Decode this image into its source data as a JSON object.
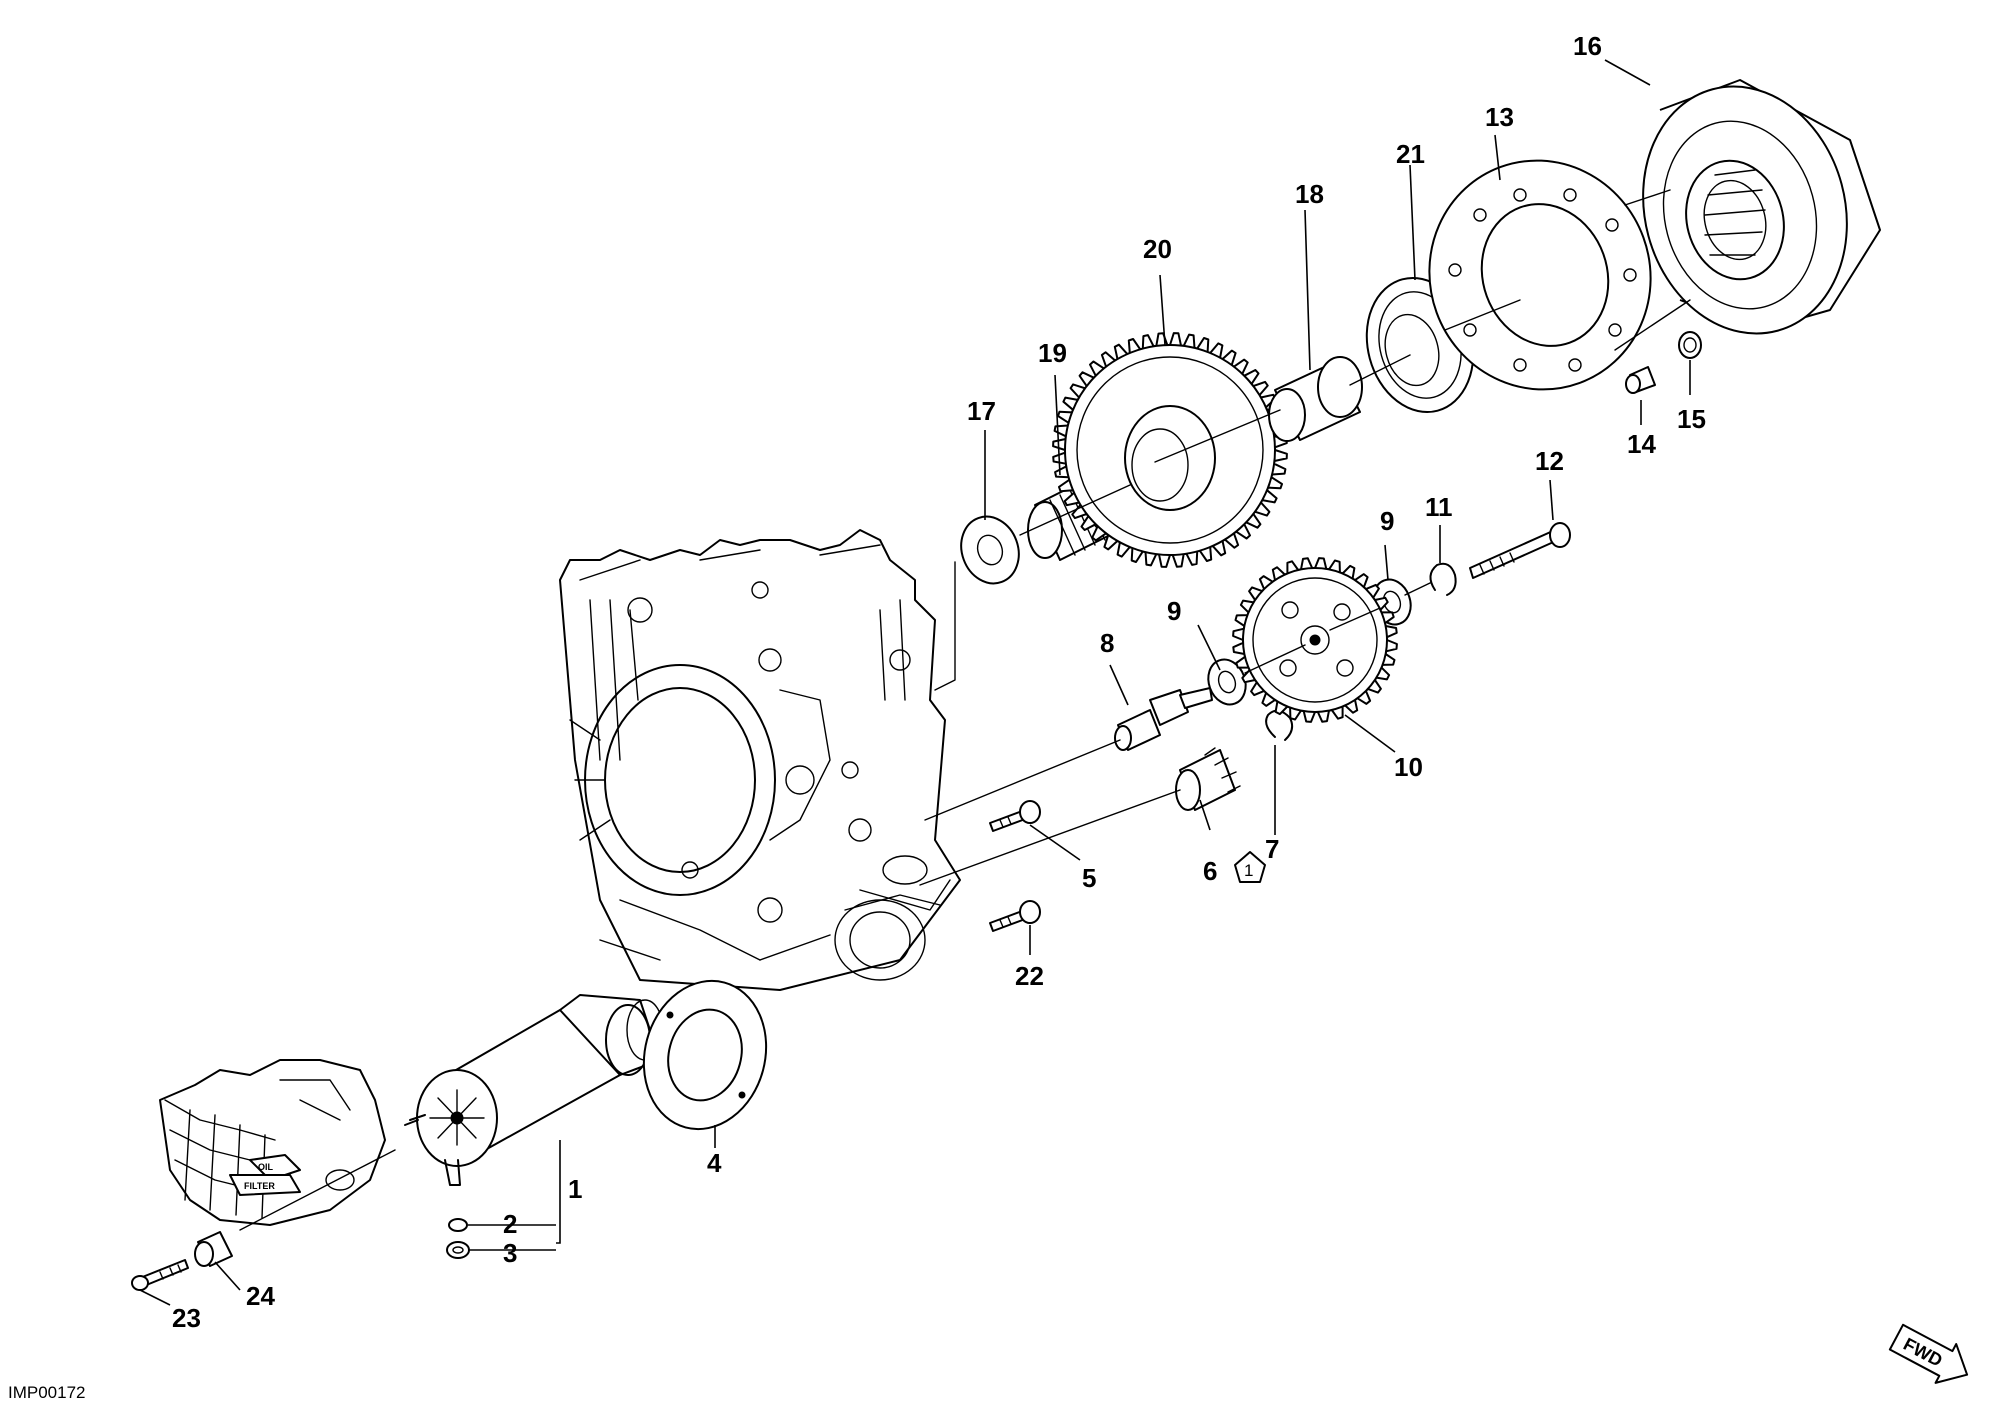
{
  "callouts": [
    {
      "id": "1",
      "text": "1"
    },
    {
      "id": "2",
      "text": "2"
    },
    {
      "id": "3",
      "text": "3"
    },
    {
      "id": "4",
      "text": "4"
    },
    {
      "id": "5",
      "text": "5"
    },
    {
      "id": "6",
      "text": "6"
    },
    {
      "id": "7",
      "text": "7"
    },
    {
      "id": "8",
      "text": "8"
    },
    {
      "id": "9a",
      "text": "9"
    },
    {
      "id": "9b",
      "text": "9"
    },
    {
      "id": "10",
      "text": "10"
    },
    {
      "id": "11",
      "text": "11"
    },
    {
      "id": "12",
      "text": "12"
    },
    {
      "id": "13",
      "text": "13"
    },
    {
      "id": "14",
      "text": "14"
    },
    {
      "id": "15",
      "text": "15"
    },
    {
      "id": "16",
      "text": "16"
    },
    {
      "id": "17",
      "text": "17"
    },
    {
      "id": "18",
      "text": "18"
    },
    {
      "id": "19",
      "text": "19"
    },
    {
      "id": "20",
      "text": "20"
    },
    {
      "id": "21",
      "text": "21"
    },
    {
      "id": "22",
      "text": "22"
    },
    {
      "id": "23",
      "text": "23"
    },
    {
      "id": "24",
      "text": "24"
    }
  ],
  "note_marker": "1",
  "oil_filter_label": {
    "line1": "OIL",
    "line2": "FILTER"
  },
  "fwd_label": "FWD",
  "drawing_code": "IMP00172"
}
